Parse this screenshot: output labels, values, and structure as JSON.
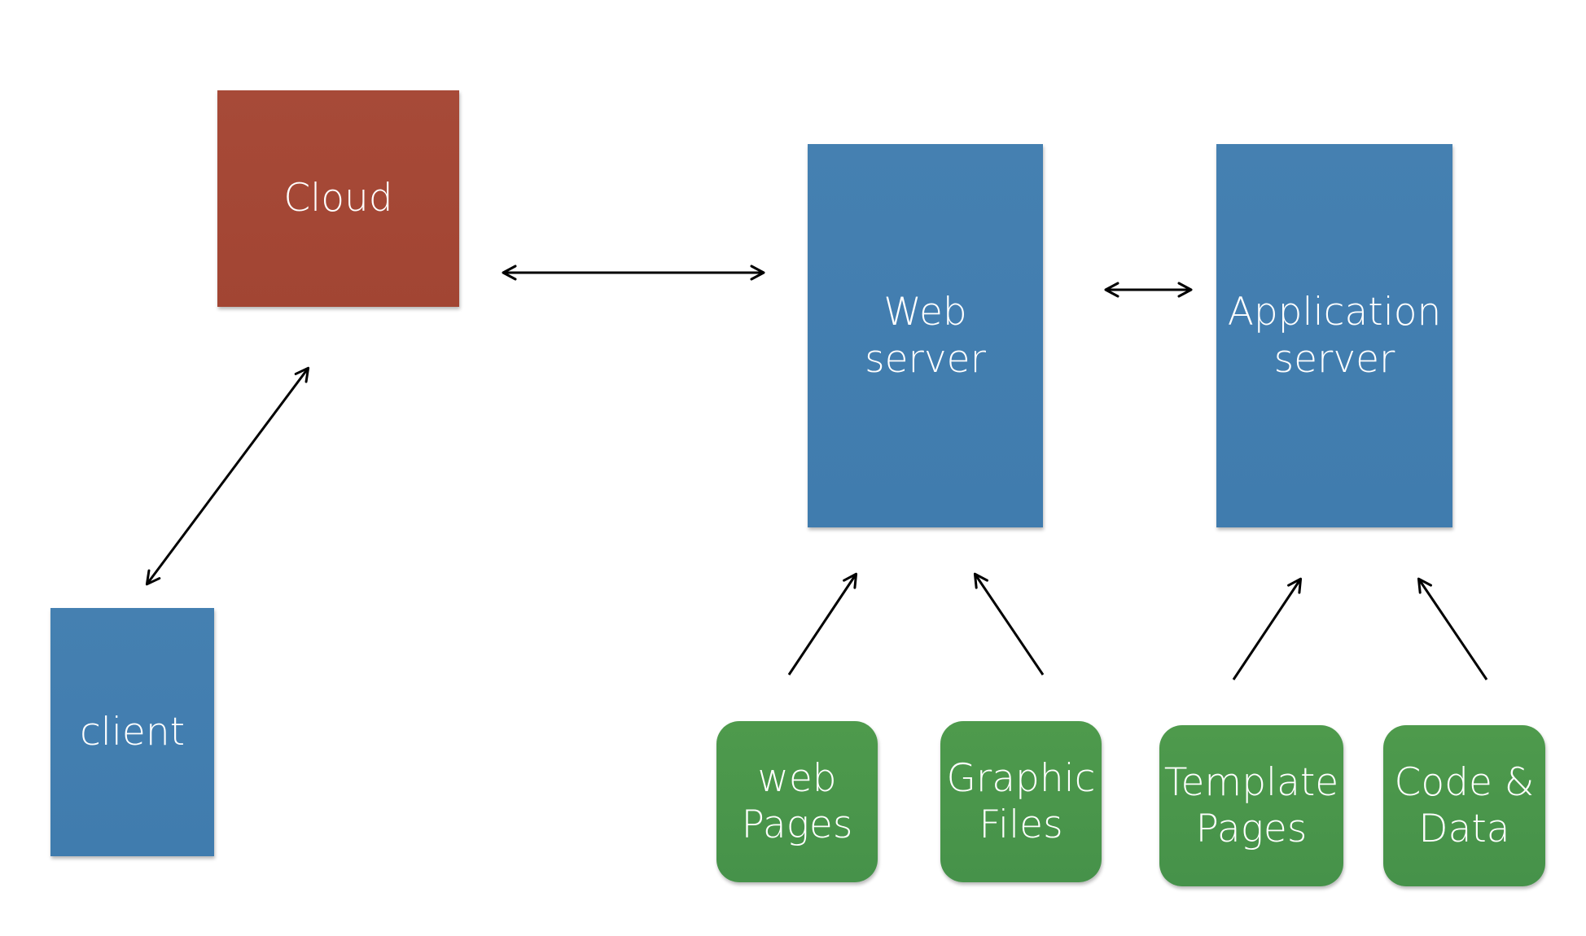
{
  "nodes": {
    "cloud": {
      "label": "Cloud"
    },
    "web_server": {
      "label": "Web\nserver"
    },
    "app_server": {
      "label": "Application\nserver"
    },
    "client": {
      "label": "client"
    },
    "web_pages": {
      "label": "web\nPages"
    },
    "graphic_files": {
      "label": "Graphic\nFiles"
    },
    "template_pages": {
      "label": "Template\nPages"
    },
    "code_data": {
      "label": "Code &\nData"
    }
  },
  "colors": {
    "blue": "#4580b1",
    "red": "#a74a38",
    "green": "#4e9a4c",
    "arrow": "#000000"
  }
}
